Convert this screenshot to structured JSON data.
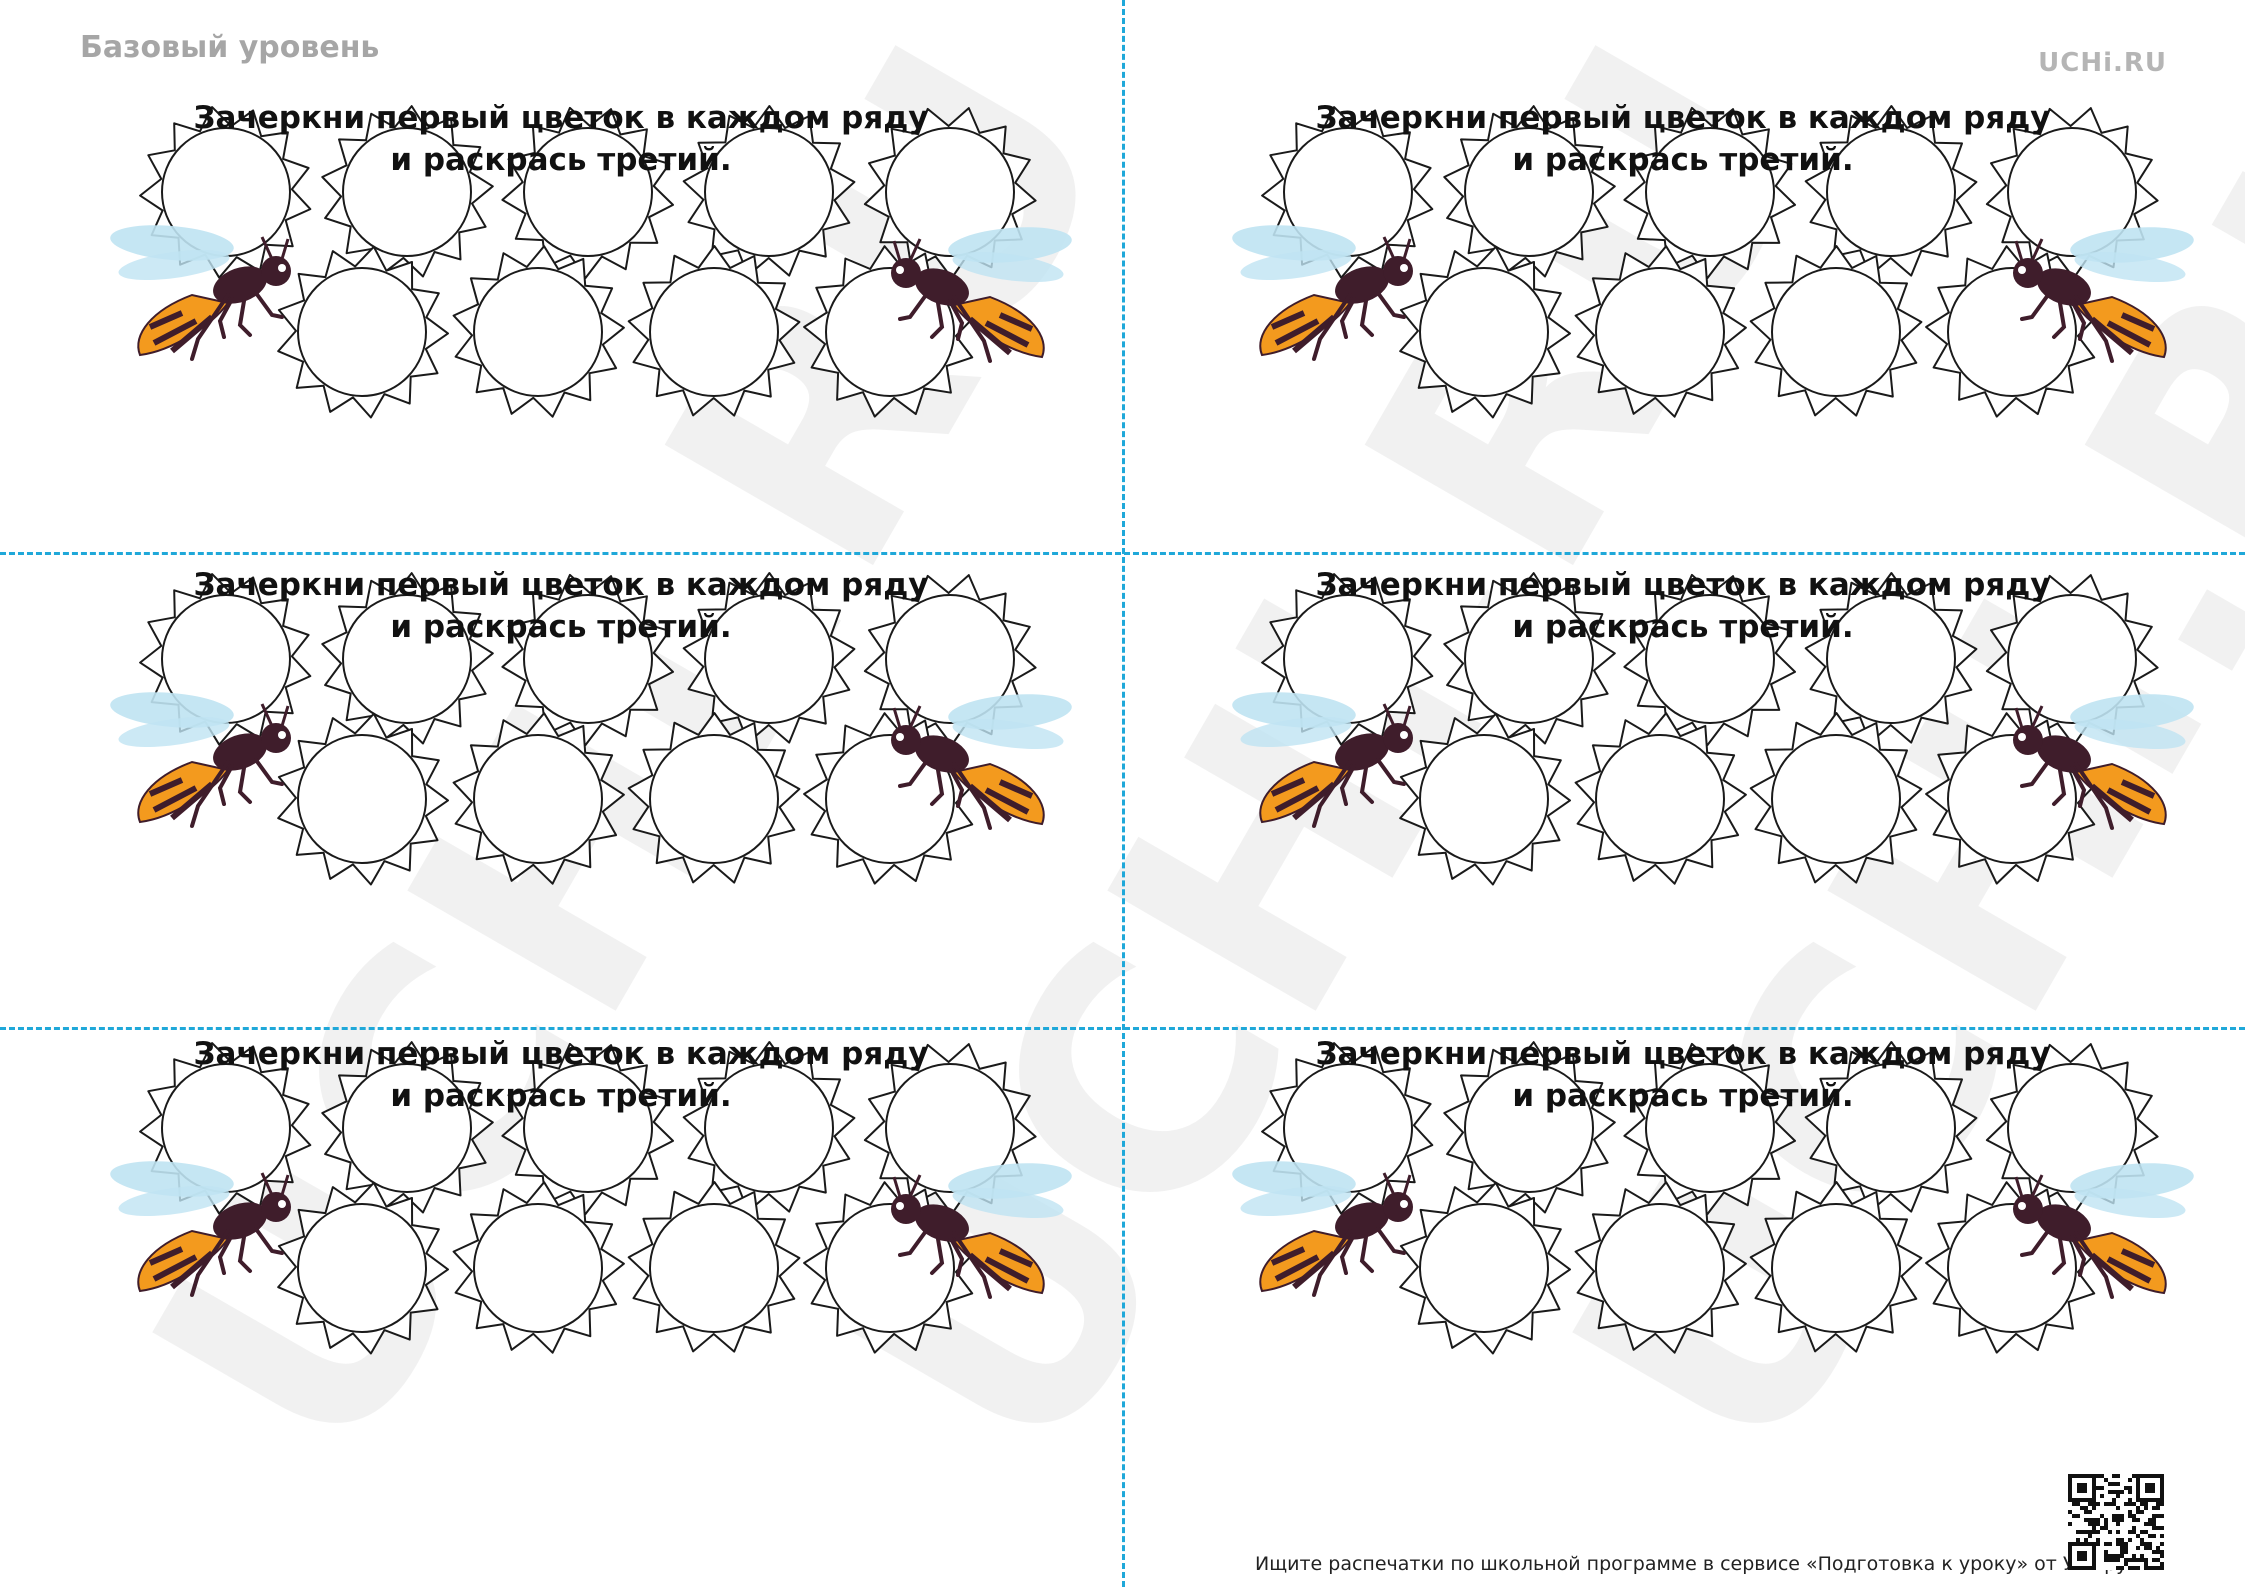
{
  "header": {
    "level": "Базовый уровень",
    "brand": "UCHi.RU"
  },
  "watermark": "UCHi.RU",
  "cards": [
    {
      "line1": "Зачеркни первый цветок в каждом ряду",
      "line2": "и раскрась третий."
    },
    {
      "line1": "Зачеркни первый цветок в каждом ряду",
      "line2": "и раскрась третий."
    },
    {
      "line1": "Зачеркни первый цветок в каждом ряду",
      "line2": "и раскрась третий."
    },
    {
      "line1": "Зачеркни первый цветок в каждом ряду",
      "line2": "и раскрась третий."
    },
    {
      "line1": "Зачеркни первый цветок в каждом ряду",
      "line2": "и раскрась третий."
    },
    {
      "line1": "Зачеркни первый цветок в каждом ряду",
      "line2": "и раскрась третий."
    }
  ],
  "flowers": {
    "top_row": 5,
    "bottom_row": 4
  },
  "footer": "Ищите распечатки по школьной программе в сервисе «Подготовка к уроку» от Учи.ру.",
  "colors": {
    "cut_line": "#1fa8d9",
    "bee_body": "#3f1d2b",
    "bee_stripe": "#f39a1e",
    "bee_wing": "#bfe3f2",
    "flower_outline": "#1a1a1a"
  }
}
